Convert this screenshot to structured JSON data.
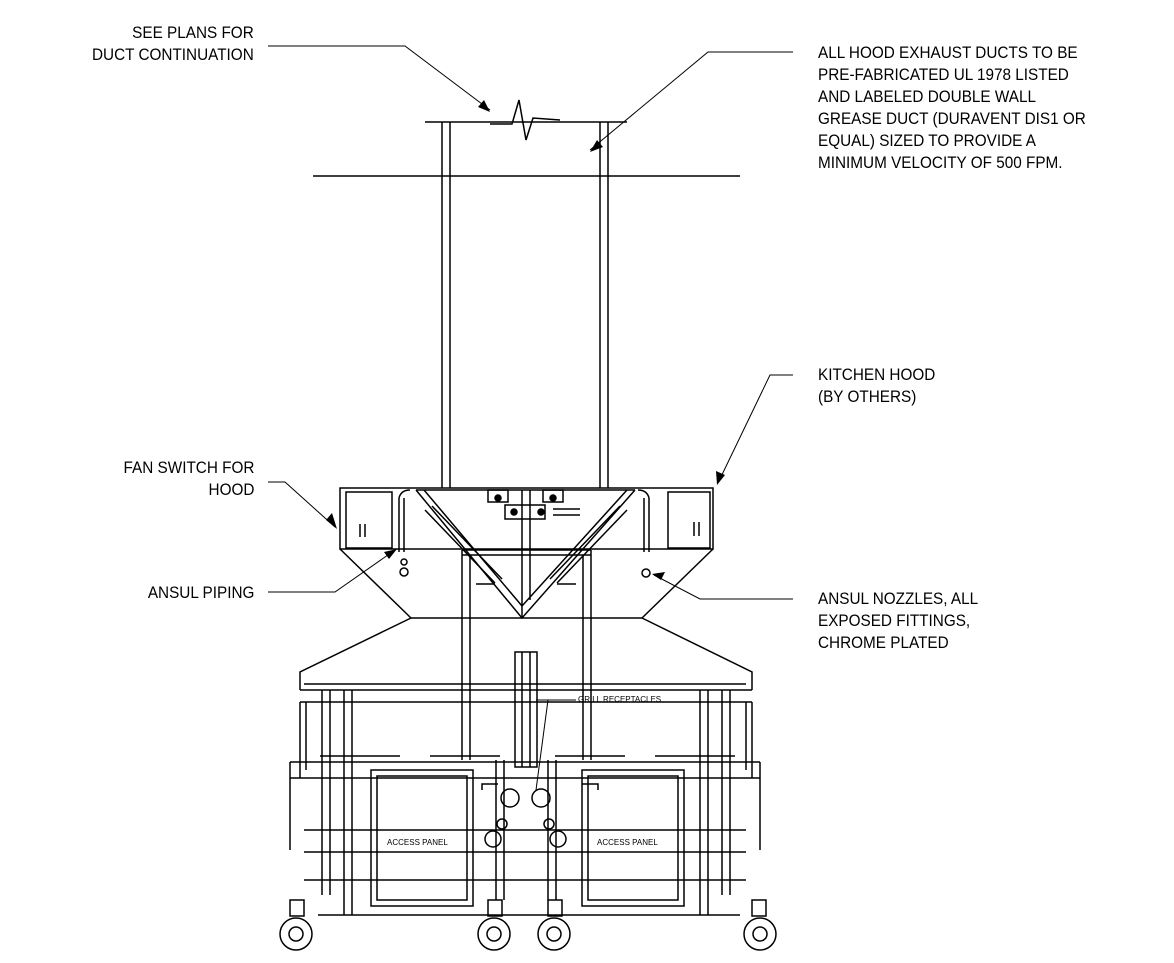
{
  "labels": {
    "duct_continuation": "SEE PLANS FOR\nDUCT CONTINUATION",
    "exhaust_ducts": "ALL HOOD EXHAUST DUCTS TO BE\nPRE-FABRICATED UL 1978 LISTED\nAND LABELED DOUBLE WALL\nGREASE DUCT (DURAVENT DIS1 OR\nEQUAL) SIZED TO PROVIDE A\nMINIMUM VELOCITY OF 500 FPM.",
    "kitchen_hood": "KITCHEN HOOD\n(BY OTHERS)",
    "fan_switch": "FAN SWITCH FOR\nHOOD",
    "ansul_piping": "ANSUL PIPING",
    "ansul_nozzles": "ANSUL NOZZLES, ALL\nEXPOSED FITTINGS,\nCHROME PLATED",
    "grill_receptacles": "GRILL RECEPTACLES",
    "access_panel_left": "ACCESS PANEL",
    "access_panel_right": "ACCESS PANEL"
  }
}
